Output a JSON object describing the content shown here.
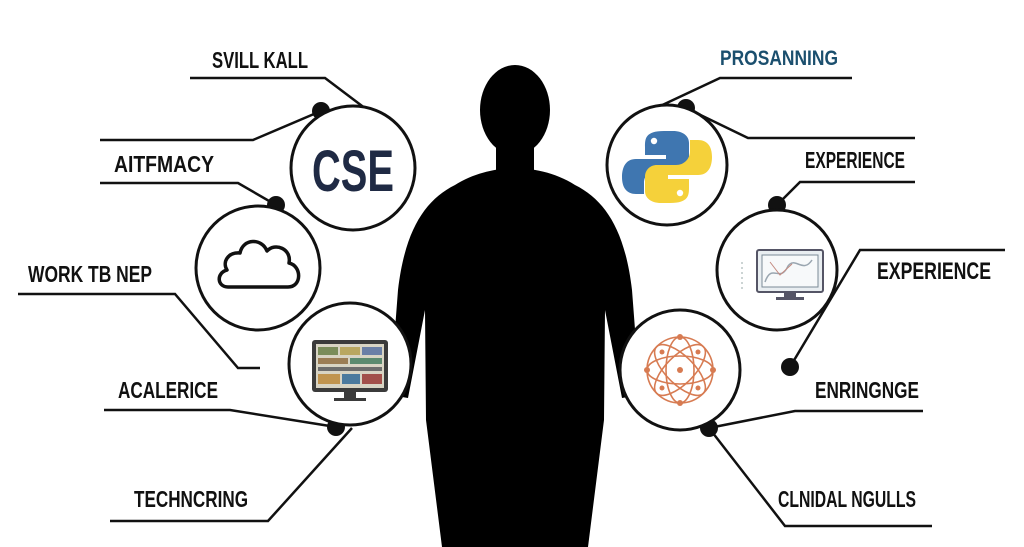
{
  "labels": {
    "left": [
      "SVILL KALL",
      "AITFMACY",
      "WORK TB NEP",
      "ACALERICE",
      "TECHNCRING"
    ],
    "right": [
      "PROSANNING",
      "EXPERIENCE",
      "EXPERIENCE",
      "ENRINGNGE",
      "CLNIDAL NGULLS"
    ]
  },
  "icons": {
    "cse_text": "CSE",
    "cse": "cse-logo",
    "cloud": "cloud-icon",
    "monitor_left": "dashboard-monitor-icon",
    "python": "python-logo",
    "monitor_right": "chart-monitor-icon",
    "network": "network-sphere-icon"
  },
  "colors": {
    "background": "#ffffff",
    "silhouette": "#000000",
    "line": "#111111",
    "cse_text": "#1f2a44",
    "programming_label": "#1b4f6e",
    "python_blue": "#3f76b0",
    "python_yellow": "#f5d13a",
    "network": "#d77b52"
  }
}
